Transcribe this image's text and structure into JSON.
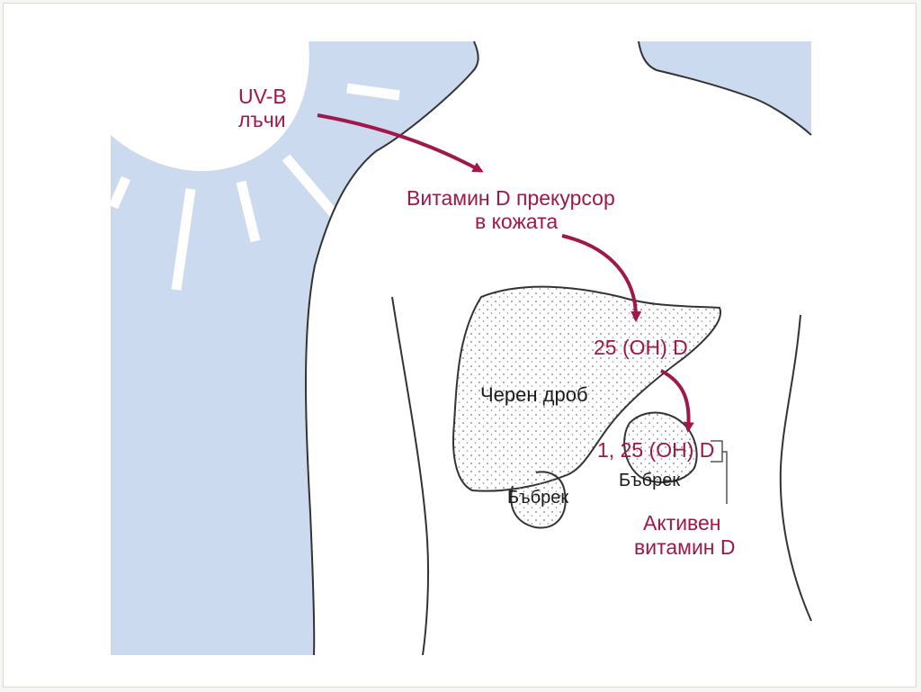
{
  "colors": {
    "sky": "#ccdaef",
    "arrow": "#a0174a",
    "label_red": "#a0174a",
    "outline": "#333333"
  },
  "labels": {
    "uvb_line1": "UV-B",
    "uvb_line2": "лъчи",
    "precursor_line1": "Витамин D прекурсор",
    "precursor_line2": "в кожата",
    "oh_d": "25 (OH) D",
    "active_formula": "1, 25 (OH) D",
    "liver": "Черен дроб",
    "kidney_left": "Бъбрек",
    "kidney_right": "Бъбрек",
    "active_line1": "Активен",
    "active_line2": "витамин D"
  }
}
